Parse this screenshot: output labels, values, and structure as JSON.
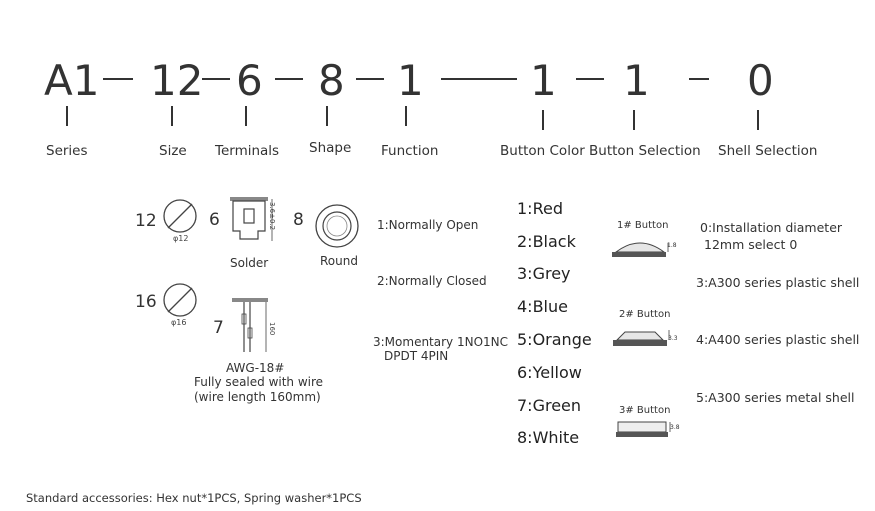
{
  "code": {
    "parts": [
      "A1",
      "12",
      "6",
      "8",
      "1",
      "1",
      "1",
      "0"
    ]
  },
  "labels": {
    "series": "Series",
    "size": "Size",
    "terminals": "Terminals",
    "shape": "Shape",
    "function": "Function",
    "button_color": "Button Color",
    "button_selection": "Button Selection",
    "shell_selection": "Shell Selection"
  },
  "size": {
    "s12": "12",
    "d12": "φ12",
    "s16": "16",
    "d16": "φ16"
  },
  "terminals": {
    "t6": "6",
    "solder": "Solder",
    "dim6": "3.6±0.2",
    "t7": "7",
    "dim7": "160",
    "awg": "AWG-18#",
    "sealed": "Fully sealed with wire",
    "wire": "(wire length 160mm)"
  },
  "shape": {
    "s8": "8",
    "round": "Round"
  },
  "function": {
    "f1": "1:Normally Open",
    "f2": "2:Normally Closed",
    "f3a": "3:Momentary 1NO1NC",
    "f3b": "DPDT 4PIN"
  },
  "colors": [
    "1:Red",
    "2:Black",
    "3:Grey",
    "4:Blue",
    "5:Orange",
    "6:Yellow",
    "7:Green",
    "8:White"
  ],
  "buttons": {
    "b1": "1# Button",
    "h1": "1.8",
    "b2": "2# Button",
    "h2": "3.3",
    "b3": "3# Button",
    "h3": "3.8"
  },
  "shell": {
    "s0a": "0:Installation diameter",
    "s0b": "12mm  select 0",
    "s3": "3:A300 series plastic shell",
    "s4": "4:A400 series plastic shell",
    "s5": "5:A300 series metal shell"
  },
  "footer": "Standard accessories: Hex nut*1PCS,  Spring washer*1PCS"
}
